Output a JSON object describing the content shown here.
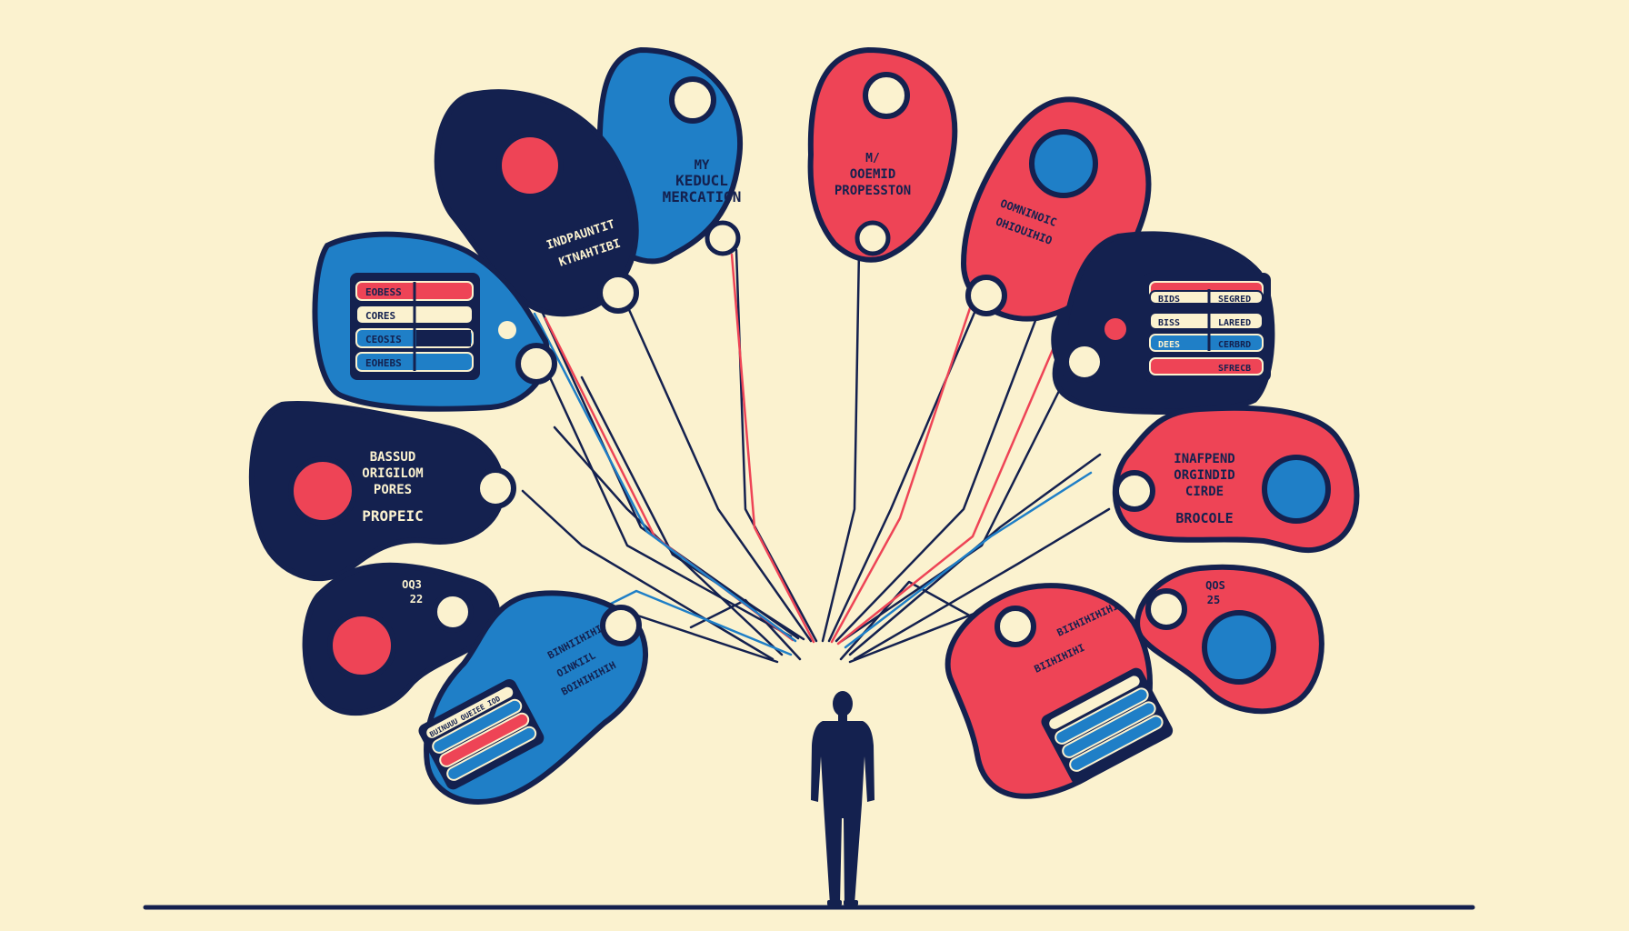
{
  "colors": {
    "background": "#fbf2cf",
    "navy": "#14214f",
    "blue": "#1f7fc7",
    "red": "#ee4456",
    "cream": "#fbf2cf"
  },
  "bubbles": {
    "top_left": {
      "line1": "MY",
      "line2": "KEDUCL",
      "line3": "MERCATION"
    },
    "top_right": {
      "line1": "M/",
      "line2": "OOEMID",
      "line3": "PROPESSTON"
    },
    "upper_left": {
      "line1": "INDPAUNTIT",
      "line2": "KTNAHTIBI"
    },
    "upper_right": {
      "line1": "OOMNINOIC",
      "line2": "OHIOUIHIO"
    },
    "mid_left": {
      "rows": [
        "EOBESS",
        "CORES",
        "CEOSIS",
        "EOHEBS"
      ]
    },
    "mid_right": {
      "rows": [
        {
          "left": "BIDS",
          "right": "SEGRED"
        },
        {
          "left": "BISS",
          "right": "LAREED"
        },
        {
          "left": "DEES",
          "right": "CERBRD"
        },
        {
          "left": "",
          "right": "SFRECB"
        }
      ]
    },
    "center_left": {
      "line1": "BASSUD",
      "line2": "ORIGILOM",
      "line3": "PORES",
      "line4": "PROPEIC"
    },
    "center_right": {
      "line1": "INAFPEND",
      "line2": "ORGINDID",
      "line3": "CIRDE",
      "line4": "BROCOLE"
    },
    "low_left": {
      "line1": "OQ3",
      "line2": "22"
    },
    "low_right": {
      "line1": "QOS",
      "line2": "25"
    },
    "bottom_left": {
      "line1": "BINHIIHIHI",
      "line2": "OINKIIL",
      "line3": "BOIHIHIHIH",
      "bar": "BUINUUU OUEIEE IOD"
    },
    "bottom_right": {
      "line1": "BIIHIHIHIHI",
      "line2": "BIIHIHIHI"
    }
  }
}
